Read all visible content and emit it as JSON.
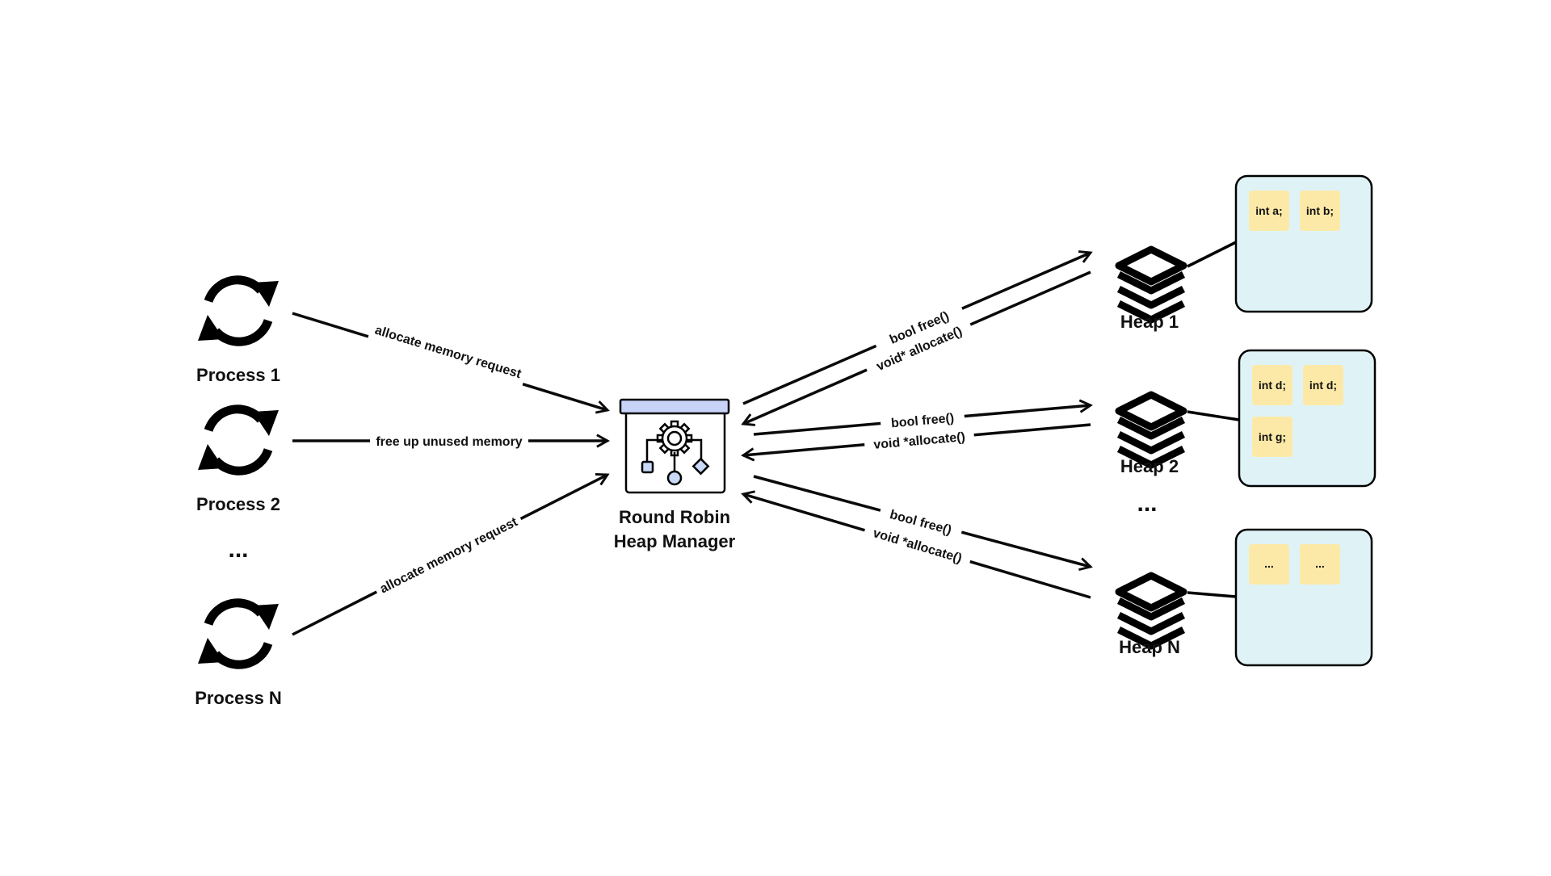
{
  "processes": {
    "p1_label": "Process 1",
    "p2_label": "Process 2",
    "ellipsis": "...",
    "pn_label": "Process N"
  },
  "manager": {
    "label_line1": "Round Robin",
    "label_line2": "Heap Manager"
  },
  "process_edges": {
    "p1": "allocate memory request",
    "p2": "free up unused memory",
    "pn": "allocate memory request"
  },
  "heap_edges": {
    "h1_free": "bool free()",
    "h1_alloc": "void* allocate()",
    "h2_free": "bool free()",
    "h2_alloc": "void *allocate()",
    "hn_free": "bool free()",
    "hn_alloc": "void *allocate()"
  },
  "heaps": {
    "h1_label": "Heap 1",
    "h2_label": "Heap 2",
    "ellipsis": "...",
    "hn_label": "Heap N"
  },
  "memory": {
    "h1_vars": [
      "int a;",
      "int b;"
    ],
    "h2_vars": [
      "int d;",
      "int d;",
      "int g;"
    ],
    "hn_vars": [
      "...",
      "..."
    ]
  },
  "colors": {
    "block_fill": "#dff3f6",
    "var_fill": "#fde9a7",
    "manager_header": "#c7d3f7",
    "manager_accent": "#c9d9f7"
  }
}
